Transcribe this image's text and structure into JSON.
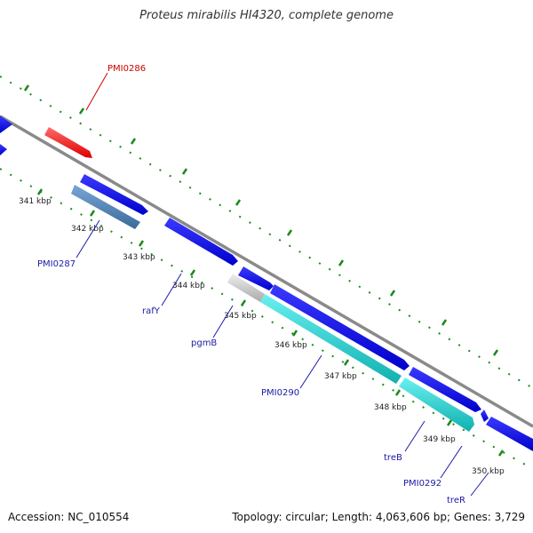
{
  "title": "Proteus mirabilis HI4320, complete genome",
  "footer": {
    "accession": "Accession: NC_010554",
    "summary": "Topology: circular; Length: 4,063,606 bp; Genes: 3,729"
  },
  "colors": {
    "backbone": "#8a8a8a",
    "tick": "#1a8a1a",
    "label_blue": "#1a1aa6",
    "label_red": "#cc0000",
    "cds": "#0000ee",
    "highlight": "#ff0000",
    "cyan": "#22cccc",
    "steel": "#4a7fb0",
    "gray": "#c0c0c0"
  },
  "scale_labels": [
    "341 kbp",
    "342 kbp",
    "343 kbp",
    "344 kbp",
    "345 kbp",
    "346 kbp",
    "347 kbp",
    "348 kbp",
    "349 kbp",
    "350 kbp"
  ],
  "gene_labels": [
    {
      "id": "PMI0286",
      "text": "PMI0286",
      "color": "label_red"
    },
    {
      "id": "PMI0287",
      "text": "PMI0287",
      "color": "label_blue"
    },
    {
      "id": "rafY",
      "text": "rafY",
      "color": "label_blue"
    },
    {
      "id": "pgmB",
      "text": "pgmB",
      "color": "label_blue"
    },
    {
      "id": "PMI0290",
      "text": "PMI0290",
      "color": "label_blue"
    },
    {
      "id": "treB",
      "text": "treB",
      "color": "label_blue"
    },
    {
      "id": "PMI0292",
      "text": "PMI0292",
      "color": "label_blue"
    },
    {
      "id": "treR",
      "text": "treR",
      "color": "label_blue"
    }
  ]
}
